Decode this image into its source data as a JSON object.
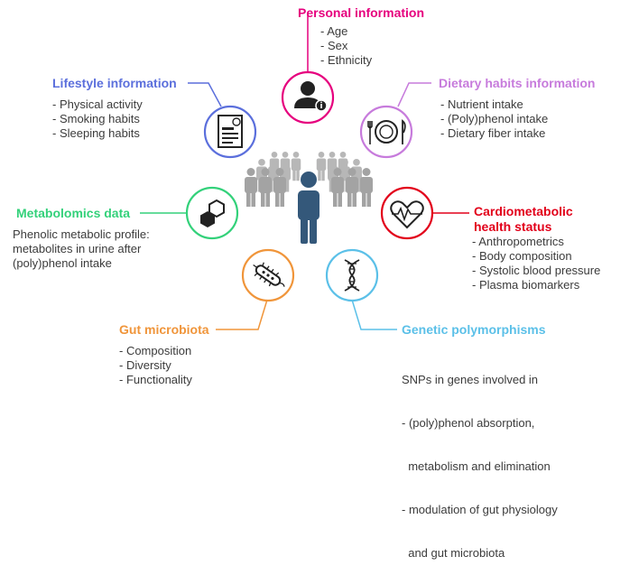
{
  "colors": {
    "personal": "#e6007e",
    "lifestyle": "#5b6fdc",
    "dietary": "#c77bdc",
    "cardio": "#e2001a",
    "metabolomics": "#33d17a",
    "gut": "#f0953a",
    "genetic": "#5bc0e8",
    "crowd_light": "#b7b7b7",
    "crowd_mid": "#a3a3a3",
    "person_main": "#34587a",
    "text": "#3b3b3b"
  },
  "icons": {
    "personal": "user-info-icon",
    "lifestyle": "questionnaire-icon",
    "dietary": "plate-cutlery-icon",
    "cardio": "heart-pulse-icon",
    "metabolomics": "molecule-icon",
    "gut": "bacterium-icon",
    "genetic": "dna-icon",
    "center": "population-icon"
  },
  "personal": {
    "title": "Personal information",
    "items": [
      "- Age",
      "- Sex",
      "- Ethnicity"
    ]
  },
  "lifestyle": {
    "title": "Lifestyle information",
    "items": [
      "- Physical activity",
      "- Smoking habits",
      "- Sleeping habits"
    ]
  },
  "dietary": {
    "title": "Dietary habits information",
    "items": [
      "- Nutrient intake",
      "- (Poly)phenol intake",
      "- Dietary fiber intake"
    ]
  },
  "cardio": {
    "title_line1": "Cardiometabolic",
    "title_line2": "health status",
    "items": [
      "- Anthropometrics",
      "- Body composition",
      "- Systolic blood pressure",
      "- Plasma biomarkers"
    ]
  },
  "metabolomics": {
    "title": "Metabolomics data",
    "lines": [
      "Phenolic metabolic profile:",
      "metabolites in urine after",
      "(poly)phenol intake"
    ]
  },
  "gut": {
    "title": "Gut microbiota",
    "items": [
      "- Composition",
      "- Diversity",
      "- Functionality"
    ]
  },
  "genetic": {
    "title": "Genetic polymorphisms",
    "lines": [
      "SNPs in genes involved in",
      "- (poly)phenol absorption,",
      "  metabolism and elimination",
      "- modulation of gut physiology",
      "  and gut microbiota"
    ]
  }
}
